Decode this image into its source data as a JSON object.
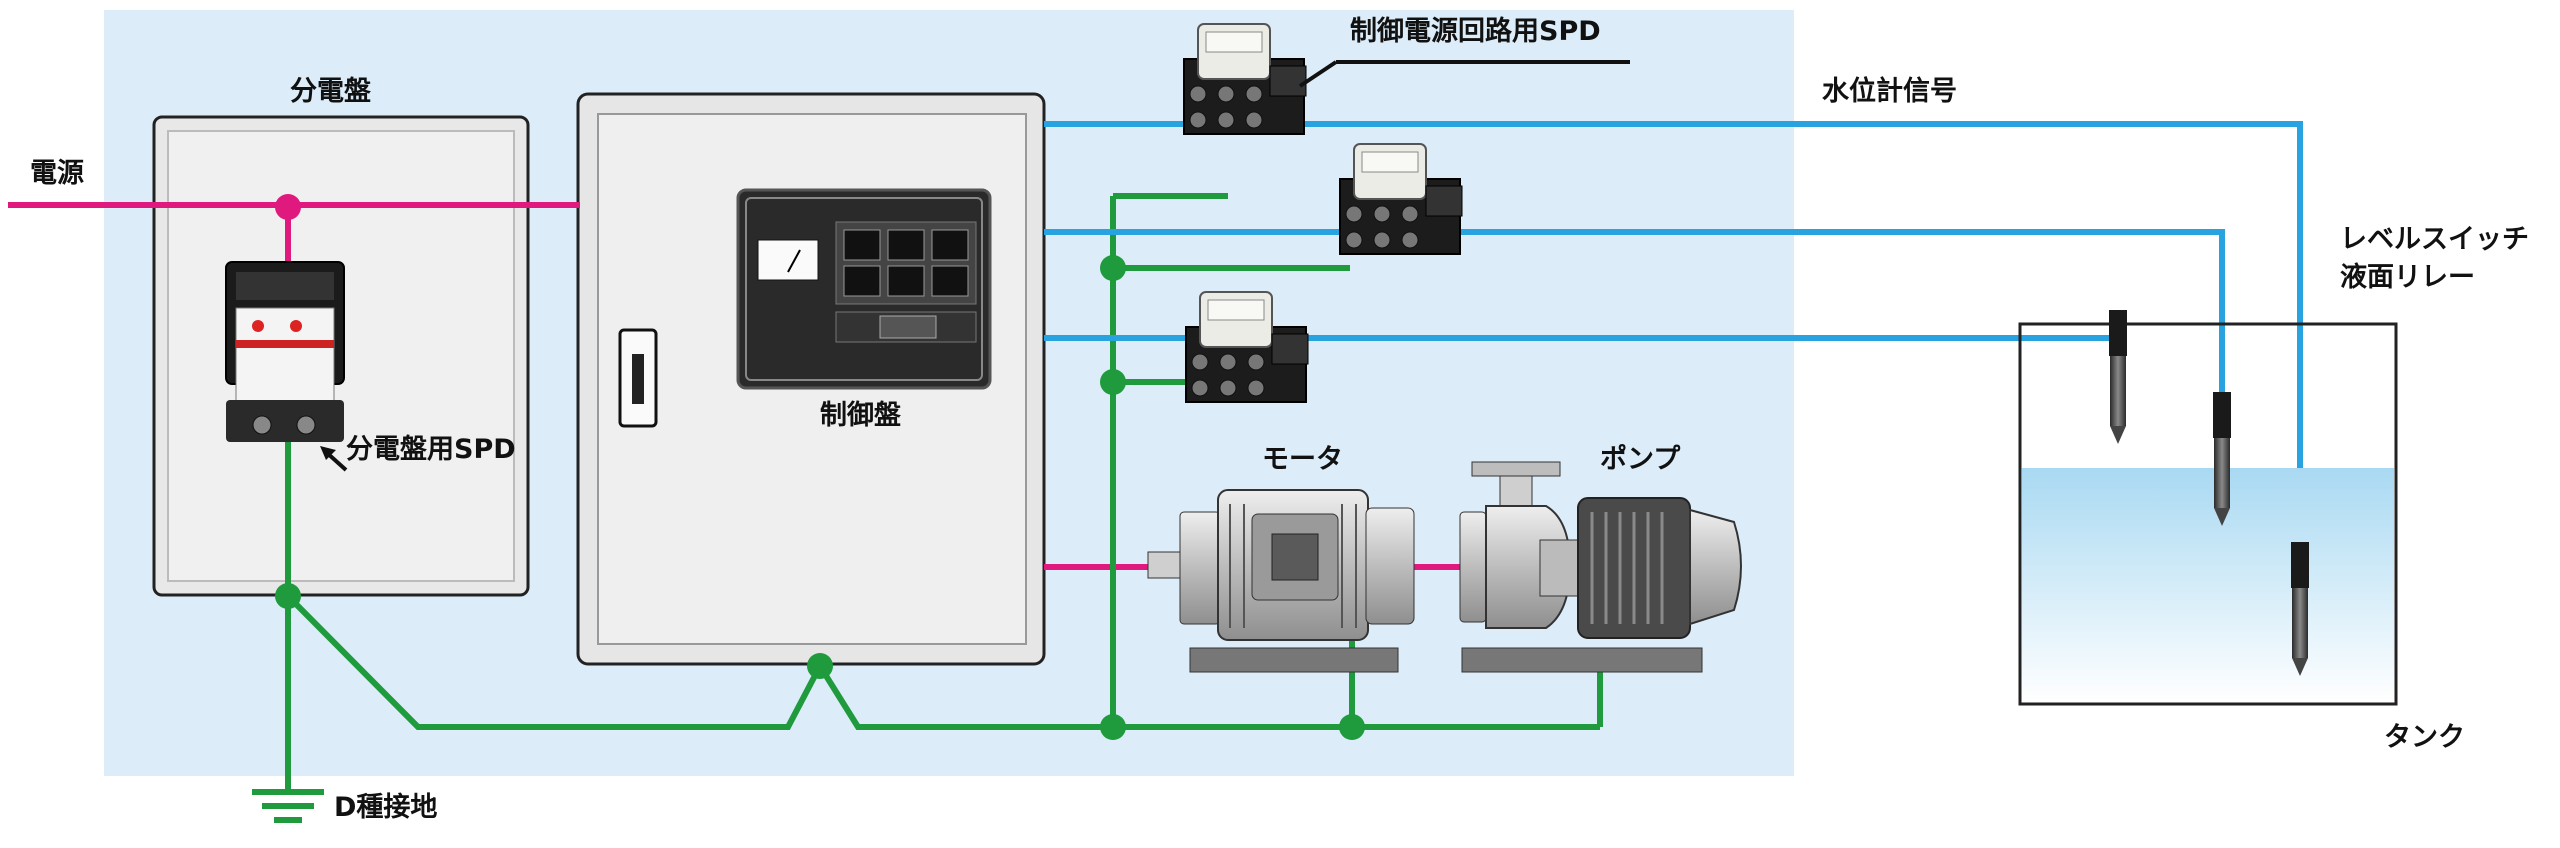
{
  "labels": {
    "power_source": "電源",
    "distribution_board": "分電盤",
    "distribution_spd": "分電盤用SPD",
    "control_power_spd": "制御電源回路用SPD",
    "water_level_signal": "水位計信号",
    "level_switch": "レベルスイッチ",
    "liquid_relay": "液面リレー",
    "control_panel": "制御盤",
    "motor": "モータ",
    "pump": "ポンプ",
    "tank": "タンク",
    "grounding": "D種接地"
  },
  "colors": {
    "background_area": "#dcedf9",
    "power_line": "#e0197f",
    "ground_line": "#1f9a3c",
    "signal_line": "#29a3e0",
    "water": "#bfe3f5"
  },
  "icons": [
    "spd-module-icon",
    "relay-spd-icon",
    "meter-icon",
    "motor-icon",
    "pump-icon",
    "level-probe-icon",
    "ground-symbol-icon"
  ]
}
